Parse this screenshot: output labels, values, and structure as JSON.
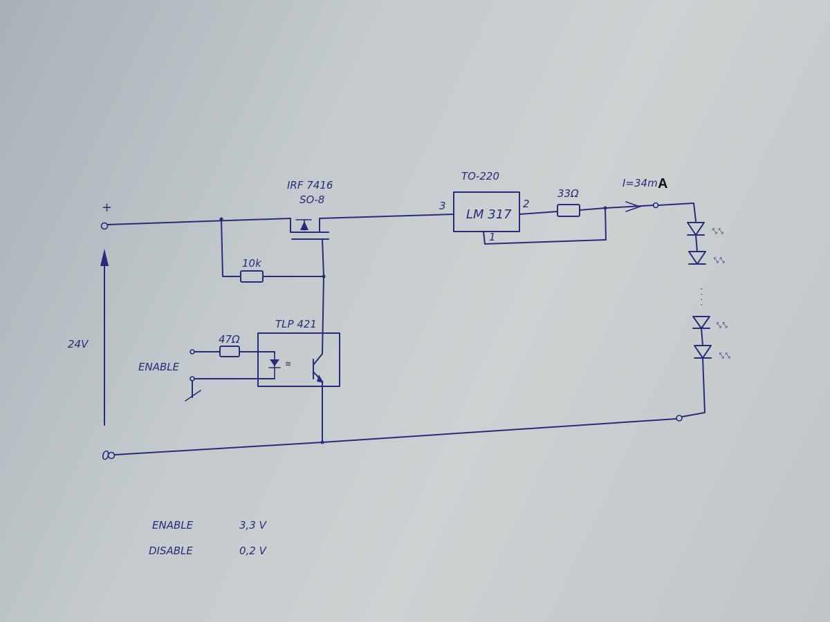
{
  "labels": {
    "plus": "+",
    "voltage": "24V",
    "zero": "0",
    "mosfet_part": "IRF 7416",
    "mosfet_package": "SO-8",
    "regulator_package": "TO-220",
    "regulator_part": "LM 317",
    "pin3": "3",
    "pin2": "2",
    "pin1": "1",
    "sense_resistor": "33Ω",
    "current": "I=34m",
    "current_unit": "A",
    "pullup_resistor": "10k",
    "optocoupler": "TLP 421",
    "led_resistor": "47Ω",
    "enable_input": "ENABLE",
    "ellipsis": "·  ·  ·  ·"
  },
  "table": {
    "rows": [
      {
        "name": "ENABLE",
        "value": "3,3 V"
      },
      {
        "name": "DISABLE",
        "value": "0,2 V"
      }
    ]
  },
  "colors": {
    "ink": "#2a2a7a",
    "paper": "#c4cacd"
  }
}
